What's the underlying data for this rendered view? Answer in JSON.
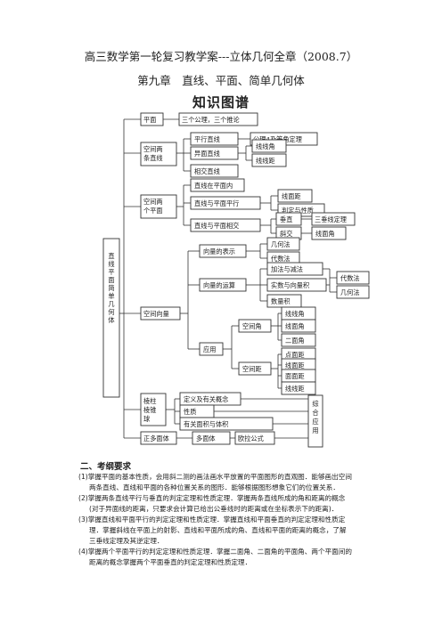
{
  "title_line1": "高三数学第一轮复习教学案---立体几何全章（2008.7）",
  "title_line2": "第九章　直线、平面、简单几何体",
  "title_line3": "知识图谱",
  "mindmap": {
    "root": "直线平面简单几何体",
    "plane": "平面",
    "plane_axioms": "三个公理，三个推论",
    "two_lines": "空间两条直线",
    "parallel_lines": "平行直线",
    "axiom4": "公理4及等角定理",
    "skew_lines": "异面直线",
    "skew_angle": "线线角",
    "skew_dist": "线线距",
    "intersect_lines": "相交直线",
    "line_plane": "空间两个平面",
    "line_in_plane": "直线在平面内",
    "line_parallel_plane": "直线与平面平行",
    "line_plane_dist": "线面距",
    "judge_prop": "判定与性质",
    "line_intersect_plane": "直线与平面相交",
    "perpendicular": "垂直",
    "three_perp": "三垂线定理",
    "oblique": "斜交",
    "line_plane_angle": "线面角",
    "space_vector": "空间向量",
    "vector_repr": "向量的表示",
    "geometric": "几何法",
    "algebraic": "代数法",
    "vector_ops": "向量的运算",
    "add_sub": "加法与减法",
    "real_vector": "实数与向量积",
    "dot_product": "数量积",
    "algebraic2": "代数法",
    "geometric2": "几何法",
    "application": "应用",
    "space_angle": "空间角",
    "ll_angle": "线线角",
    "lp_angle": "线面角",
    "dihedral": "二面角",
    "space_dist": "空间距",
    "pp_dist": "点面距",
    "lp_dist": "线面距",
    "plp_dist": "面面距",
    "ll_dist": "线线距",
    "prism_pyramid": "棱柱棱锥球",
    "definitions": "定义及有关概念",
    "properties": "性质",
    "area_volume": "有关面积与体积",
    "comprehensive": "综合应用",
    "polyhedron": "正多面体",
    "polyhedron2": "多面体",
    "euler": "欧拉公式"
  },
  "section2_title": "二、考纲要求",
  "requirements": [
    {
      "l1": "(1)掌握平面的基本性质，会用斜二测的画法画水平放置的平面图形的直观图．能够画出空间",
      "l2": "两条直线、直线和平面的各种位置关系的图形．能够根据图形想象它们的位置关系．"
    },
    {
      "l1": "(2)掌握两条直线平行与垂直的判定定理和性质定理．掌握两条直线所成的角和距离的概念",
      "l2": "(对于异面线的距离，只要求会计算已给出公垂线时的距离或在坐标表示下的距离)．"
    },
    {
      "l1": "(3)掌握直线和平面平行的判定定理和性质定理．掌握直线和平面垂直的判定定理和性质定",
      "l2": "理．掌握斜线在平面上的射影、直线和平面所成的角、直线和平面的距离的概念，了解",
      "l3": "三垂线定理及其逆定理．"
    },
    {
      "l1": "(4)掌握两个平面平行的判定定理和性质定理．掌握二面角、二面角的平面角、两个平面间的",
      "l2": "距离的概念掌握两个平面垂直的判定定理和性质定理．"
    }
  ]
}
